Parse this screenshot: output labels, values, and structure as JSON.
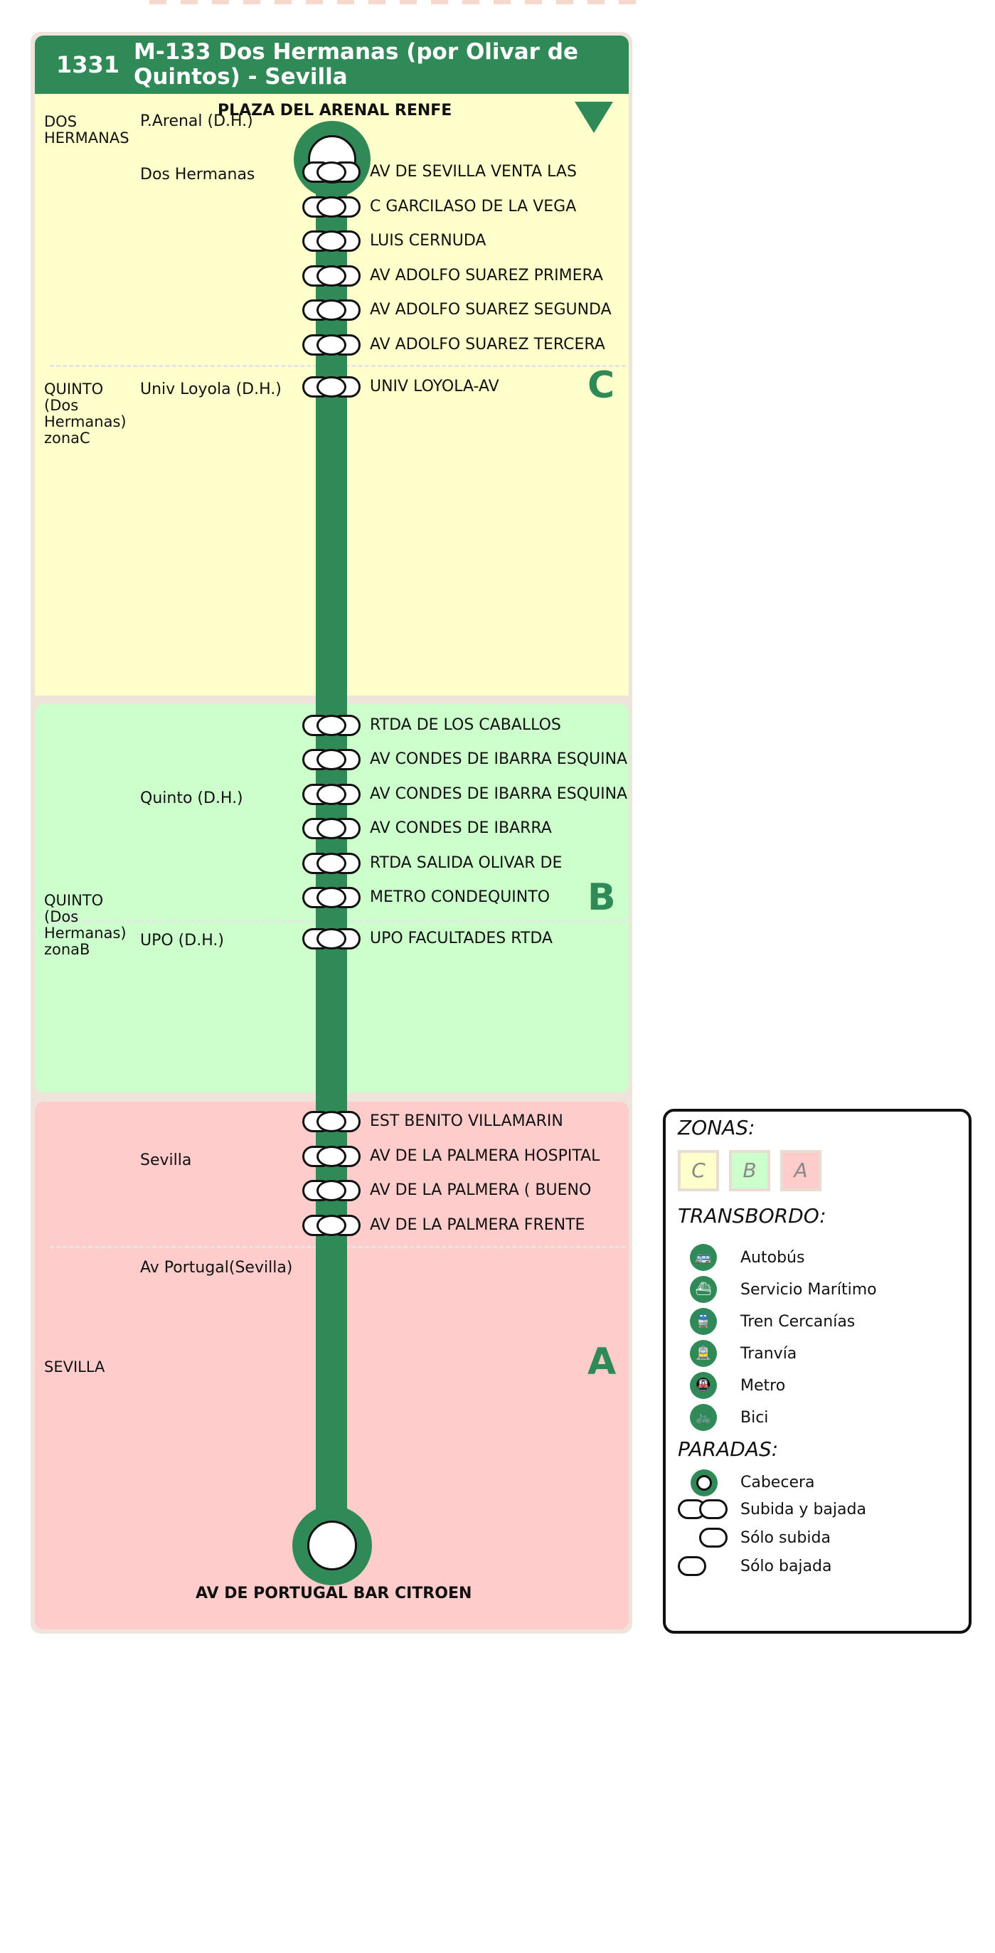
{
  "route": {
    "code": "1331",
    "name": "M-133 Dos Hermanas (por Olivar de Quintos) - Sevilla",
    "start_terminal": "PLAZA DEL ARENAL RENFE",
    "end_terminal": "AV DE PORTUGAL BAR CITROEN"
  },
  "colors": {
    "route_green": "#308a57",
    "zone_c_bg": "#ffffcc",
    "zone_b_bg": "#ccffcc",
    "zone_a_bg": "#ffcccc"
  },
  "zones": [
    {
      "letter": "C",
      "municipality": "DOS\nHERMANAS",
      "municipality_2": "QUINTO\n(Dos\nHermanas)\nzonaC"
    },
    {
      "letter": "B",
      "municipality": "QUINTO\n(Dos\nHermanas)\nzonaB"
    },
    {
      "letter": "A",
      "municipality": "SEVILLA"
    }
  ],
  "localities": [
    "P.Arenal (D.H.)",
    "Dos Hermanas",
    "Univ Loyola (D.H.)",
    "Quinto (D.H.)",
    "UPO (D.H.)",
    "Sevilla",
    "Av Portugal(Sevilla)"
  ],
  "stops": [
    {
      "name": "AV DE SEVILLA VENTA LAS",
      "type": "subida-bajada"
    },
    {
      "name": "C GARCILASO DE LA VEGA",
      "type": "subida-bajada"
    },
    {
      "name": "LUIS CERNUDA",
      "type": "subida-bajada"
    },
    {
      "name": "AV ADOLFO SUAREZ PRIMERA",
      "type": "subida-bajada"
    },
    {
      "name": "AV ADOLFO SUAREZ SEGUNDA",
      "type": "subida-bajada"
    },
    {
      "name": "AV ADOLFO SUAREZ TERCERA",
      "type": "subida-bajada"
    },
    {
      "name": "UNIV LOYOLA-AV",
      "type": "subida-bajada"
    },
    {
      "name": "RTDA DE LOS CABALLOS",
      "type": "subida-bajada"
    },
    {
      "name": "AV CONDES DE IBARRA ESQUINA",
      "type": "subida-bajada"
    },
    {
      "name": "AV CONDES DE IBARRA ESQUINA",
      "type": "subida-bajada"
    },
    {
      "name": "AV CONDES DE IBARRA",
      "type": "subida-bajada"
    },
    {
      "name": "RTDA SALIDA OLIVAR DE",
      "type": "subida-bajada"
    },
    {
      "name": "METRO CONDEQUINTO",
      "type": "subida-bajada"
    },
    {
      "name": "UPO FACULTADES RTDA",
      "type": "subida-bajada"
    },
    {
      "name": "EST BENITO VILLAMARIN",
      "type": "subida-bajada"
    },
    {
      "name": "AV DE LA PALMERA HOSPITAL",
      "type": "subida-bajada"
    },
    {
      "name": "AV DE LA PALMERA  ( BUENO",
      "type": "subida-bajada"
    },
    {
      "name": "AV DE LA PALMERA FRENTE",
      "type": "subida-bajada"
    }
  ],
  "legend": {
    "zonas_title": "ZONAS:",
    "zone_labels": [
      "C",
      "B",
      "A"
    ],
    "transbordo_title": "TRANSBORDO:",
    "transbordo": [
      {
        "label": "Autobús",
        "icon": "bus-icon"
      },
      {
        "label": "Servicio Marítimo",
        "icon": "ferry-icon"
      },
      {
        "label": "Tren Cercanías",
        "icon": "train-icon"
      },
      {
        "label": "Tranvía",
        "icon": "tram-icon"
      },
      {
        "label": "Metro",
        "icon": "metro-icon"
      },
      {
        "label": "Bici",
        "icon": "bike-icon"
      }
    ],
    "paradas_title": "PARADAS:",
    "paradas": [
      "Cabecera",
      "Subida y bajada",
      "Sólo subida",
      "Sólo bajada"
    ]
  }
}
